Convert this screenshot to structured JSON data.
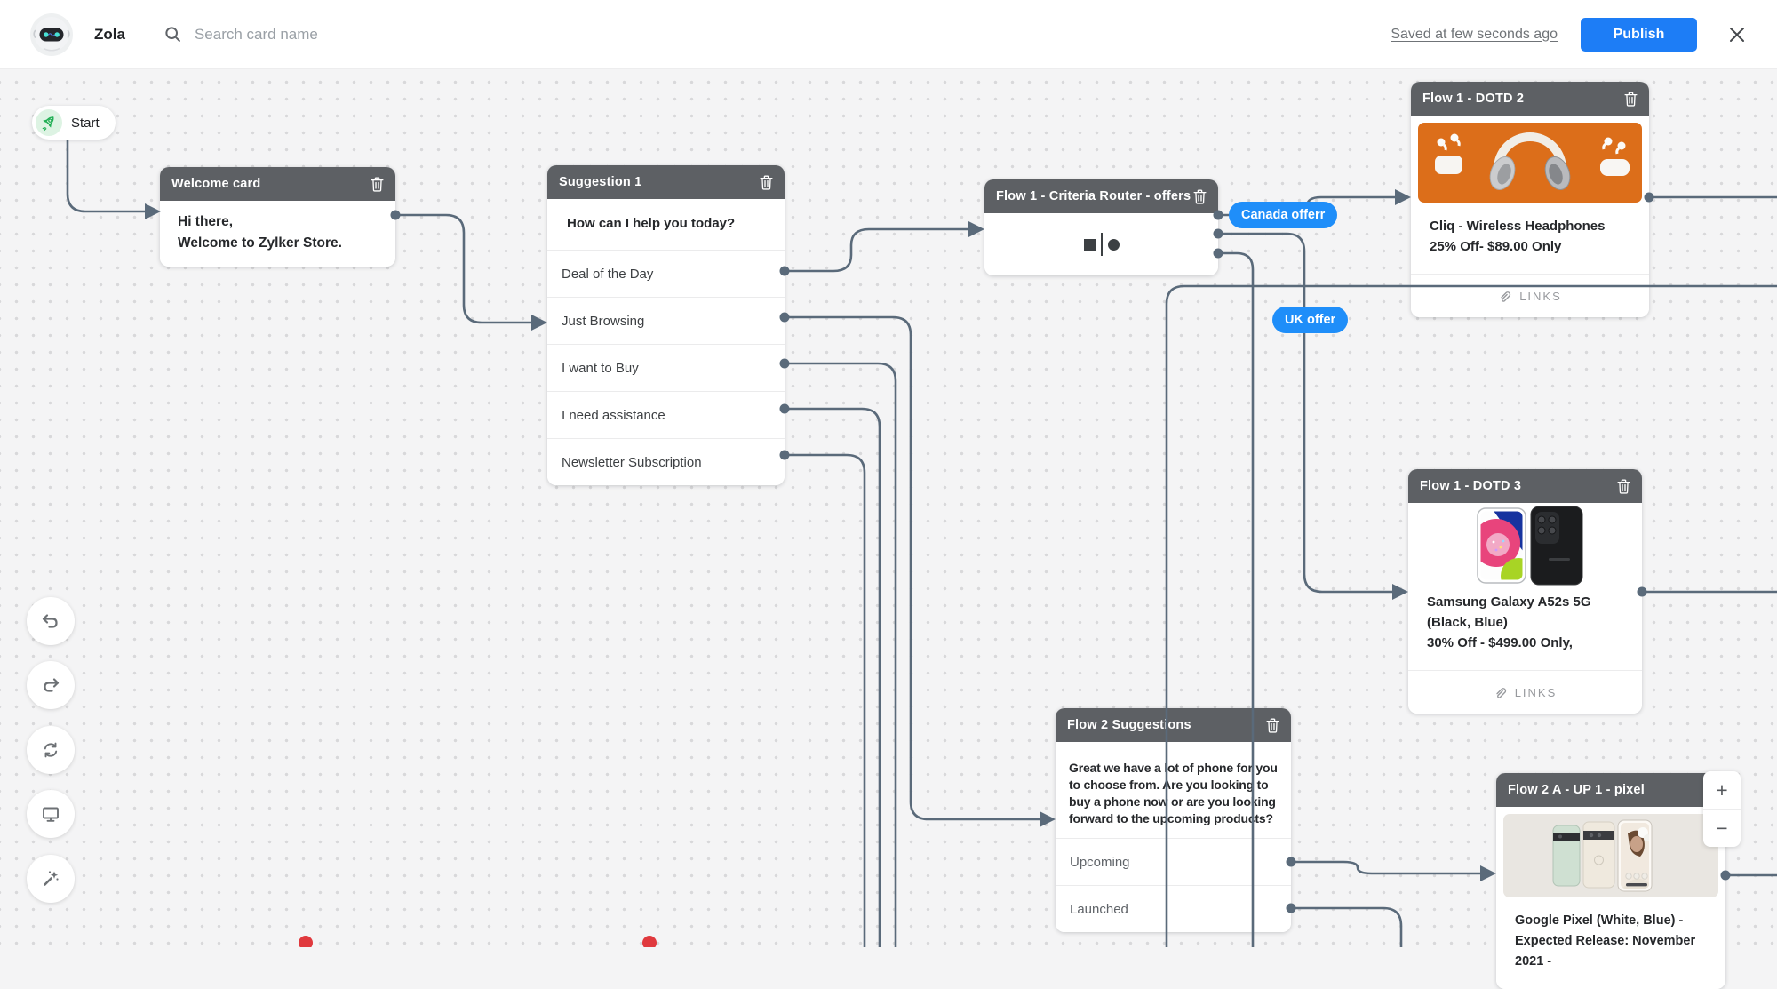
{
  "header": {
    "bot_name": "Zola",
    "search_placeholder": "Search card name",
    "saved_status": "Saved at few seconds ago",
    "publish_label": "Publish"
  },
  "canvas": {
    "start_label": "Start",
    "badges": [
      {
        "label": "Canada offerr"
      },
      {
        "label": "UK offer"
      }
    ],
    "cards": {
      "welcome": {
        "title": "Welcome card",
        "lines": [
          "Hi there,",
          "Welcome to Zylker Store."
        ]
      },
      "suggestion1": {
        "title": "Suggestion 1",
        "message": "How can I help you today?",
        "options": [
          "Deal of the Day",
          "Just Browsing",
          "I want to Buy",
          "I need assistance",
          "Newsletter Subscription"
        ]
      },
      "router": {
        "title": "Flow 1 - Criteria Router - offers"
      },
      "dotd2": {
        "title": "Flow 1 - DOTD 2",
        "product_name": "Cliq - Wireless Headphones",
        "product_offer": "25% Off- $89.00 Only",
        "links_label": "LINKS"
      },
      "dotd3": {
        "title": "Flow 1 - DOTD 3",
        "product_name": "Samsung Galaxy A52s 5G (Black, Blue)",
        "product_offer": "30% Off - $499.00 Only,",
        "links_label": "LINKS"
      },
      "flow2": {
        "title": "Flow 2 Suggestions",
        "message": "Great we have a lot of phone for you to choose from. Are you looking to buy a phone now or are you looking forward to the upcoming products?",
        "options": [
          "Upcoming",
          "Launched"
        ]
      },
      "pixel": {
        "title": "Flow 2 A - UP 1 - pixel",
        "lines": [
          "Google Pixel (White, Blue) -",
          "Expected Release: November 2021 -"
        ]
      }
    }
  },
  "zoom": {
    "in_label": "+",
    "out_label": "−"
  },
  "icons": {
    "bot_avatar": "robot-face",
    "search": "magnifier",
    "close": "x",
    "start": "rocket",
    "trash": "trash-can",
    "criteria_router": "square-bar-circle",
    "links": "paperclip",
    "toolbar": [
      "undo-arrow",
      "redo-arrow",
      "sync-arrows",
      "monitor",
      "magic-wand"
    ],
    "ports": "slate-dot",
    "disconnected_endpoint": "red-dot"
  },
  "colors": {
    "publish_blue": "#1d7df6",
    "badge_blue": "#1f8ef9",
    "wire_slate": "#5a6a7a",
    "card_header_gray": "#5d6064",
    "endpoint_red": "#e0393e",
    "start_green": "#1fae53",
    "canvas_bg": "#f4f4f5"
  }
}
